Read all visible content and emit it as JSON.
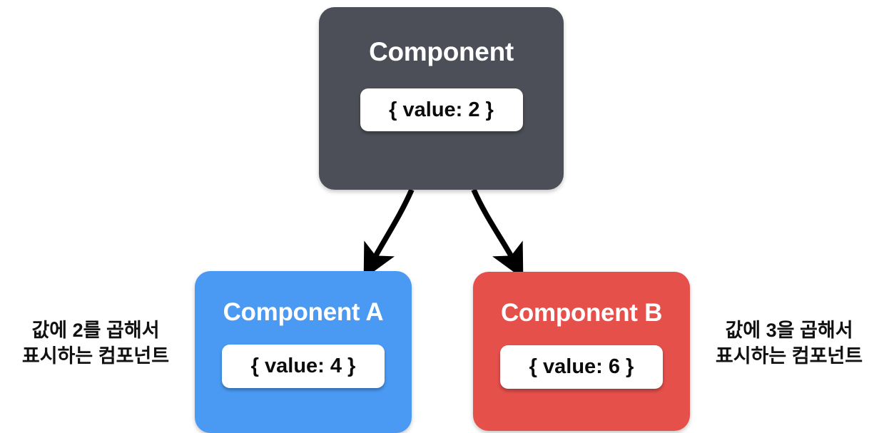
{
  "diagram": {
    "type": "component-tree",
    "background_color": "#ffffff"
  },
  "nodes": {
    "root": {
      "title": "Component",
      "state": "{ value: 2 }",
      "fill_color": "#4c4f57",
      "title_color": "#ffffff",
      "state_text_color": "#0b0b0b"
    },
    "child_a": {
      "title": "Component A",
      "state": "{ value: 4 }",
      "fill_color": "#4a9af4",
      "title_color": "#ffffff",
      "state_text_color": "#0b0b0b"
    },
    "child_b": {
      "title": "Component B",
      "state": "{ value: 6 }",
      "fill_color": "#e5504b",
      "title_color": "#ffffff",
      "state_text_color": "#0b0b0b"
    }
  },
  "annotations": {
    "left": {
      "line1": "값에 2를 곱해서",
      "line2": "표시하는 컴포넌트",
      "color": "#111111"
    },
    "right": {
      "line1": "값에 3을 곱해서",
      "line2": "표시하는 컴포넌트",
      "color": "#111111"
    }
  },
  "connectors": [
    {
      "name": "root-to-child-a",
      "from": "root",
      "to": "child_a",
      "style": "curved-arrow",
      "color": "#000000"
    },
    {
      "name": "root-to-child-b",
      "from": "root",
      "to": "child_b",
      "style": "curved-arrow",
      "color": "#000000"
    }
  ]
}
